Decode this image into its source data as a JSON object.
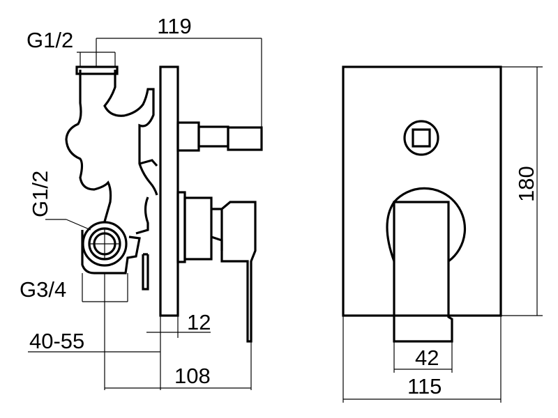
{
  "side_view": {
    "dim_overall_depth": "119",
    "dim_inlet_thread_top": "G1/2",
    "dim_outlet_thread_side": "G1/2",
    "dim_supply_thread": "G3/4",
    "dim_wall_plate_depth": "12",
    "dim_install_depth_range": "40-55",
    "dim_body_depth": "108"
  },
  "front_view": {
    "dim_height": "180",
    "dim_lever_width": "42",
    "dim_plate_width": "115"
  }
}
